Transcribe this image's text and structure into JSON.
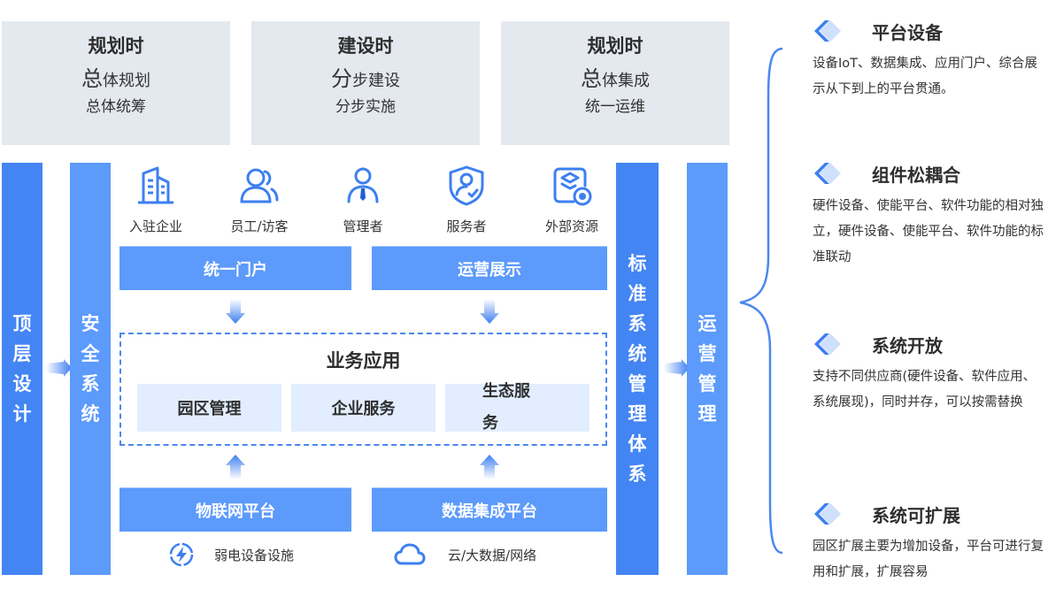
{
  "phases": [
    {
      "title": "规划时",
      "line1_first": "总",
      "line1_rest": "体规划",
      "line2": "总体统筹"
    },
    {
      "title": "建设时",
      "line1_first": "分",
      "line1_rest": "步建设",
      "line2": "分步实施"
    },
    {
      "title": "规划时",
      "line1_first": "总",
      "line1_rest": "体集成",
      "line2": "统一运维"
    }
  ],
  "columns": {
    "top_design": "顶层设计",
    "security": "安全系统",
    "standards": "标准系统 管理体系",
    "operations": "运营管理"
  },
  "roles": [
    {
      "label": "入驻企业",
      "icon": "building-icon"
    },
    {
      "label": "员工/访客",
      "icon": "users-icon"
    },
    {
      "label": "管理者",
      "icon": "manager-icon"
    },
    {
      "label": "服务者",
      "icon": "shield-user-icon"
    },
    {
      "label": "外部资源",
      "icon": "resource-gear-icon"
    }
  ],
  "top_bars": {
    "portal": "统一门户",
    "display": "运营展示"
  },
  "business": {
    "title": "业务应用",
    "items": [
      "园区管理",
      "企业服务",
      "生态服务"
    ]
  },
  "bottom_bars": {
    "iot": "物联网平台",
    "data": "数据集成平台"
  },
  "footers": [
    {
      "label": "弱电设备设施",
      "icon": "lightning-icon"
    },
    {
      "label": "云/大数据/网络",
      "icon": "cloud-icon"
    }
  ],
  "features": [
    {
      "title": "平台设备",
      "desc": "设备IoT、数据集成、应用门户、综合展示从下到上的平台贯通。"
    },
    {
      "title": "组件松耦合",
      "desc": "硬件设备、使能平台、软件功能的相对独立，硬件设备、使能平台、软件功能的标准联动"
    },
    {
      "title": "系统开放",
      "desc": "支持不同供应商(硬件设备、软件应用、系统展现)，同时并存，可以按需替换"
    },
    {
      "title": "系统可扩展",
      "desc": "园区扩展主要为增加设备，平台可进行复用和扩展，扩展容易"
    }
  ],
  "colors": {
    "primary_dark": "#4385f3",
    "primary_light": "#5c9afb",
    "phase_bg": "#e4e8ef",
    "sub_bg": "#e2eeff"
  }
}
